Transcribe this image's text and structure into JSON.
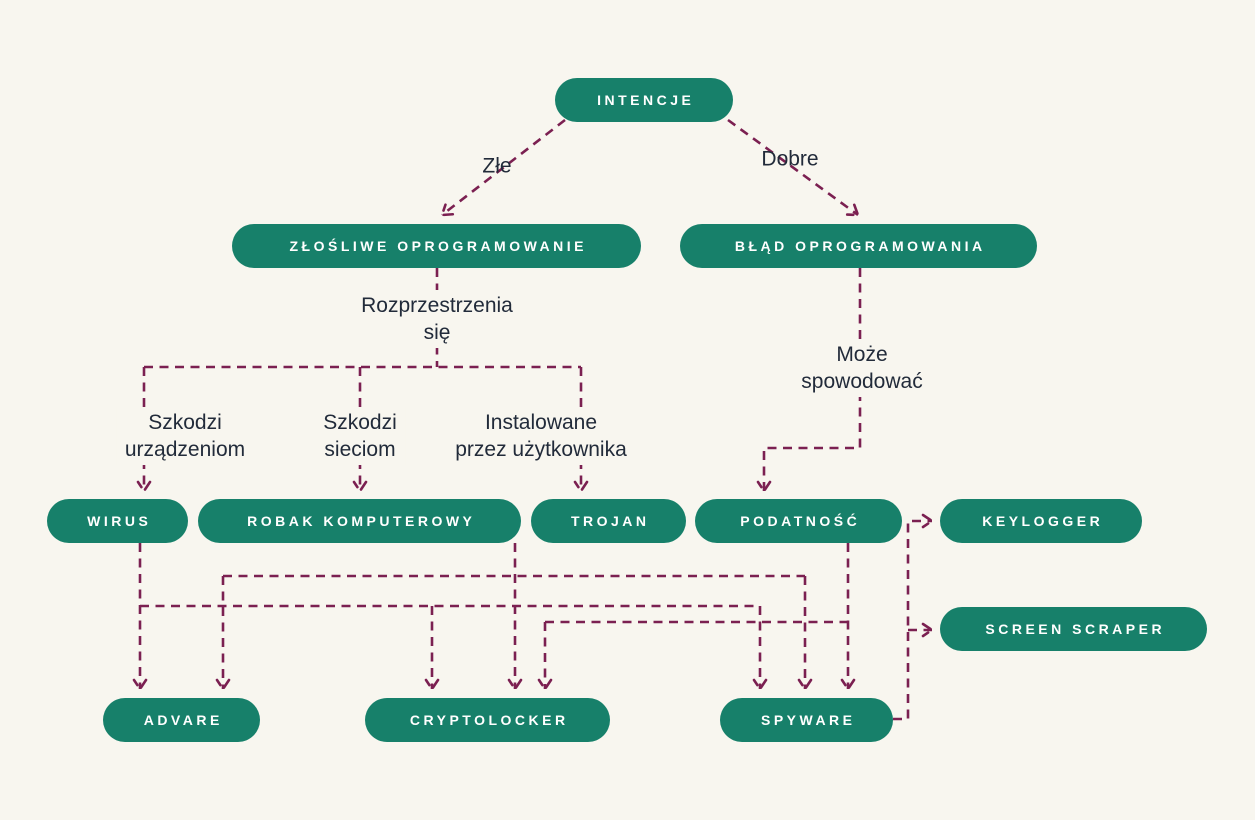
{
  "diagram_title": "Klasyfikacja oprogramowania / złośliwego oprogramowania",
  "colors": {
    "background": "#F8F6EF",
    "node_fill": "#17806A",
    "node_text": "#FFFFFF",
    "connector": "#7B2051",
    "label_text": "#222B3A"
  },
  "nodes": {
    "intencje": "INTENCJE",
    "zlosliwe": "ZŁOŚLIWE OPROGRAMOWANIE",
    "blad": "BŁĄD OPROGRAMOWANIA",
    "wirus": "WIRUS",
    "robak": "ROBAK KOMPUTEROWY",
    "trojan": "TROJAN",
    "podatnosc": "PODATNOŚĆ",
    "keylogger": "KEYLOGGER",
    "screen_scraper": "SCREEN SCRAPER",
    "advare": "ADVARE",
    "cryptolocker": "CRYPTOLOCKER",
    "spyware": "SPYWARE"
  },
  "labels": {
    "zle": {
      "text": "Złe"
    },
    "dobre": {
      "text": "Dobre"
    },
    "spreads": {
      "l1": "Rozprzestrzenia",
      "l2": "się"
    },
    "harms_devices": {
      "l1": "Szkodzi",
      "l2": "urządzeniom"
    },
    "harms_networks": {
      "l1": "Szkodzi",
      "l2": "sieciom"
    },
    "user_installed": {
      "l1": "Instalowane",
      "l2": "przez użytkownika"
    },
    "may_cause": {
      "l1": "Może",
      "l2": "spowodować"
    }
  },
  "connections": [
    {
      "from": "intencje",
      "to": "zlosliwe",
      "label": "Złe"
    },
    {
      "from": "intencje",
      "to": "blad",
      "label": "Dobre"
    },
    {
      "from": "zlosliwe",
      "to": "wirus",
      "labels": [
        "Rozprzestrzenia się",
        "Szkodzi urządzeniom"
      ]
    },
    {
      "from": "zlosliwe",
      "to": "robak",
      "labels": [
        "Rozprzestrzenia się",
        "Szkodzi sieciom"
      ]
    },
    {
      "from": "zlosliwe",
      "to": "trojan",
      "labels": [
        "Rozprzestrzenia się",
        "Instalowane przez użytkownika"
      ]
    },
    {
      "from": "blad",
      "to": "podatnosc",
      "label": "Może spowodować"
    },
    {
      "from": "wirus",
      "to": "advare"
    },
    {
      "from": "wirus",
      "to": "cryptolocker"
    },
    {
      "from": "wirus",
      "to": "spyware"
    },
    {
      "from": "robak",
      "to": "advare"
    },
    {
      "from": "robak",
      "to": "cryptolocker"
    },
    {
      "from": "robak",
      "to": "spyware"
    },
    {
      "from": "podatnosc",
      "to": "cryptolocker"
    },
    {
      "from": "podatnosc",
      "to": "spyware"
    },
    {
      "from": "spyware",
      "to": "keylogger"
    },
    {
      "from": "spyware",
      "to": "screen_scraper"
    }
  ]
}
